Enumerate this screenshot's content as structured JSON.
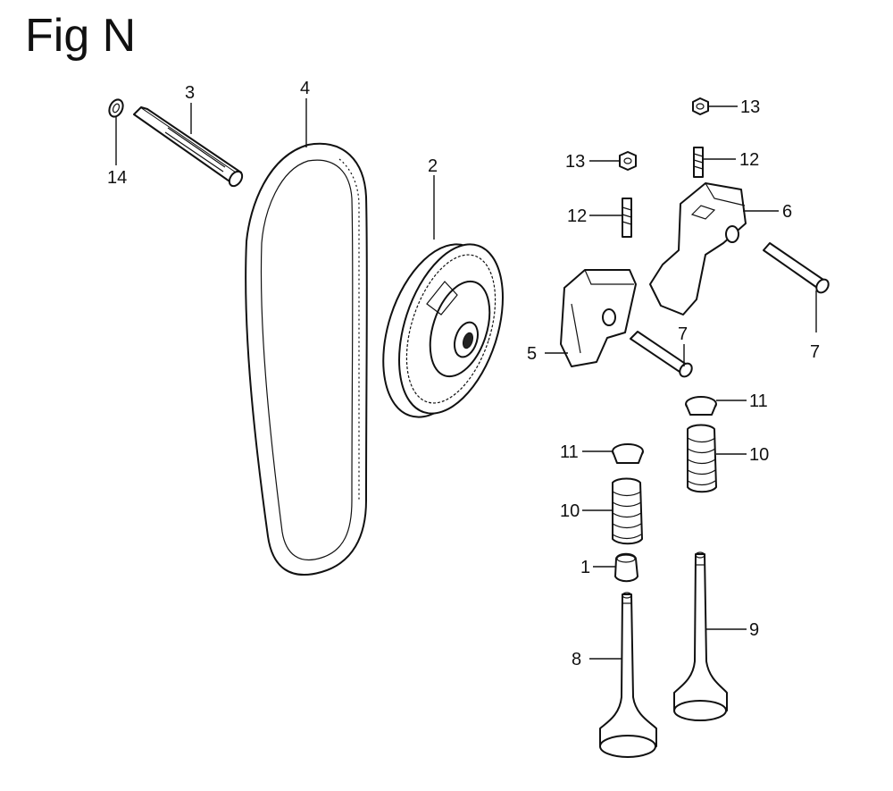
{
  "figure": {
    "title": "Fig N"
  },
  "callouts": [
    {
      "id": "c1",
      "label": "1"
    },
    {
      "id": "c2",
      "label": "2"
    },
    {
      "id": "c3",
      "label": "3"
    },
    {
      "id": "c4",
      "label": "4"
    },
    {
      "id": "c5",
      "label": "5"
    },
    {
      "id": "c6",
      "label": "6"
    },
    {
      "id": "c7a",
      "label": "7"
    },
    {
      "id": "c7b",
      "label": "7"
    },
    {
      "id": "c8",
      "label": "8"
    },
    {
      "id": "c9",
      "label": "9"
    },
    {
      "id": "c10a",
      "label": "10"
    },
    {
      "id": "c10b",
      "label": "10"
    },
    {
      "id": "c11a",
      "label": "11"
    },
    {
      "id": "c11b",
      "label": "11"
    },
    {
      "id": "c12a",
      "label": "12"
    },
    {
      "id": "c12b",
      "label": "12"
    },
    {
      "id": "c13a",
      "label": "13"
    },
    {
      "id": "c13b",
      "label": "13"
    },
    {
      "id": "c14",
      "label": "14"
    }
  ]
}
